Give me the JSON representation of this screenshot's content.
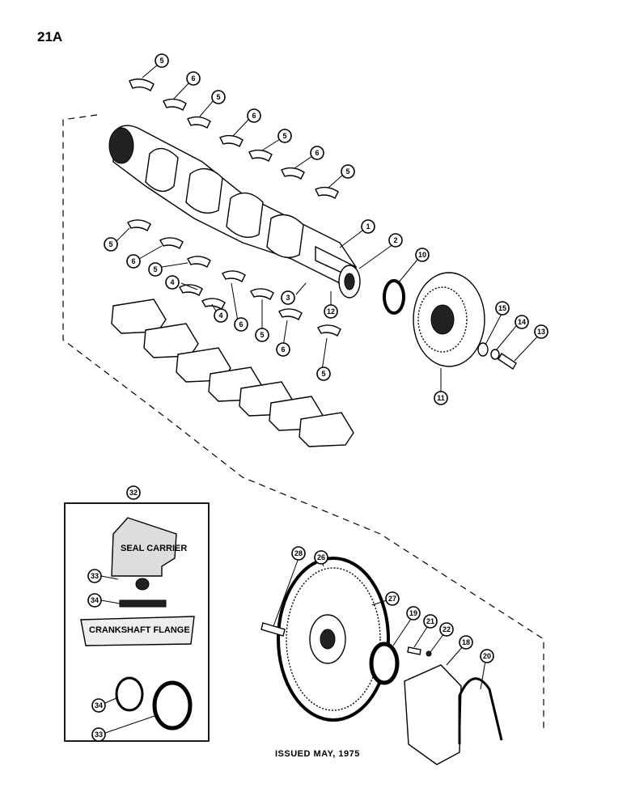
{
  "page": {
    "number": "21A",
    "issued": "ISSUED MAY, 1975"
  },
  "inset": {
    "seal_carrier_label": "SEAL CARRIER",
    "crankshaft_flange_label": "CRANKSHAFT FLANGE"
  },
  "callouts": [
    {
      "id": "c-5a",
      "label": "5"
    },
    {
      "id": "c-6a",
      "label": "6"
    },
    {
      "id": "c-5b",
      "label": "5"
    },
    {
      "id": "c-6b",
      "label": "6"
    },
    {
      "id": "c-5c",
      "label": "5"
    },
    {
      "id": "c-6c",
      "label": "6"
    },
    {
      "id": "c-5d",
      "label": "5"
    },
    {
      "id": "c-1",
      "label": "1"
    },
    {
      "id": "c-2",
      "label": "2"
    },
    {
      "id": "c-10",
      "label": "10"
    },
    {
      "id": "c-5e",
      "label": "5"
    },
    {
      "id": "c-6d",
      "label": "6"
    },
    {
      "id": "c-5f",
      "label": "5"
    },
    {
      "id": "c-4a",
      "label": "4"
    },
    {
      "id": "c-4b",
      "label": "4"
    },
    {
      "id": "c-3",
      "label": "3"
    },
    {
      "id": "c-12",
      "label": "12"
    },
    {
      "id": "c-6e",
      "label": "6"
    },
    {
      "id": "c-5g",
      "label": "5"
    },
    {
      "id": "c-6f",
      "label": "6"
    },
    {
      "id": "c-5h",
      "label": "5"
    },
    {
      "id": "c-15",
      "label": "15"
    },
    {
      "id": "c-14",
      "label": "14"
    },
    {
      "id": "c-13",
      "label": "13"
    },
    {
      "id": "c-11",
      "label": "11"
    },
    {
      "id": "c-32",
      "label": "32"
    },
    {
      "id": "c-33a",
      "label": "33"
    },
    {
      "id": "c-34a",
      "label": "34"
    },
    {
      "id": "c-34b",
      "label": "34"
    },
    {
      "id": "c-33b",
      "label": "33"
    },
    {
      "id": "c-28",
      "label": "28"
    },
    {
      "id": "c-26",
      "label": "26"
    },
    {
      "id": "c-27",
      "label": "27"
    },
    {
      "id": "c-19",
      "label": "19"
    },
    {
      "id": "c-21",
      "label": "21"
    },
    {
      "id": "c-22",
      "label": "22"
    },
    {
      "id": "c-18",
      "label": "18"
    },
    {
      "id": "c-20",
      "label": "20"
    }
  ]
}
